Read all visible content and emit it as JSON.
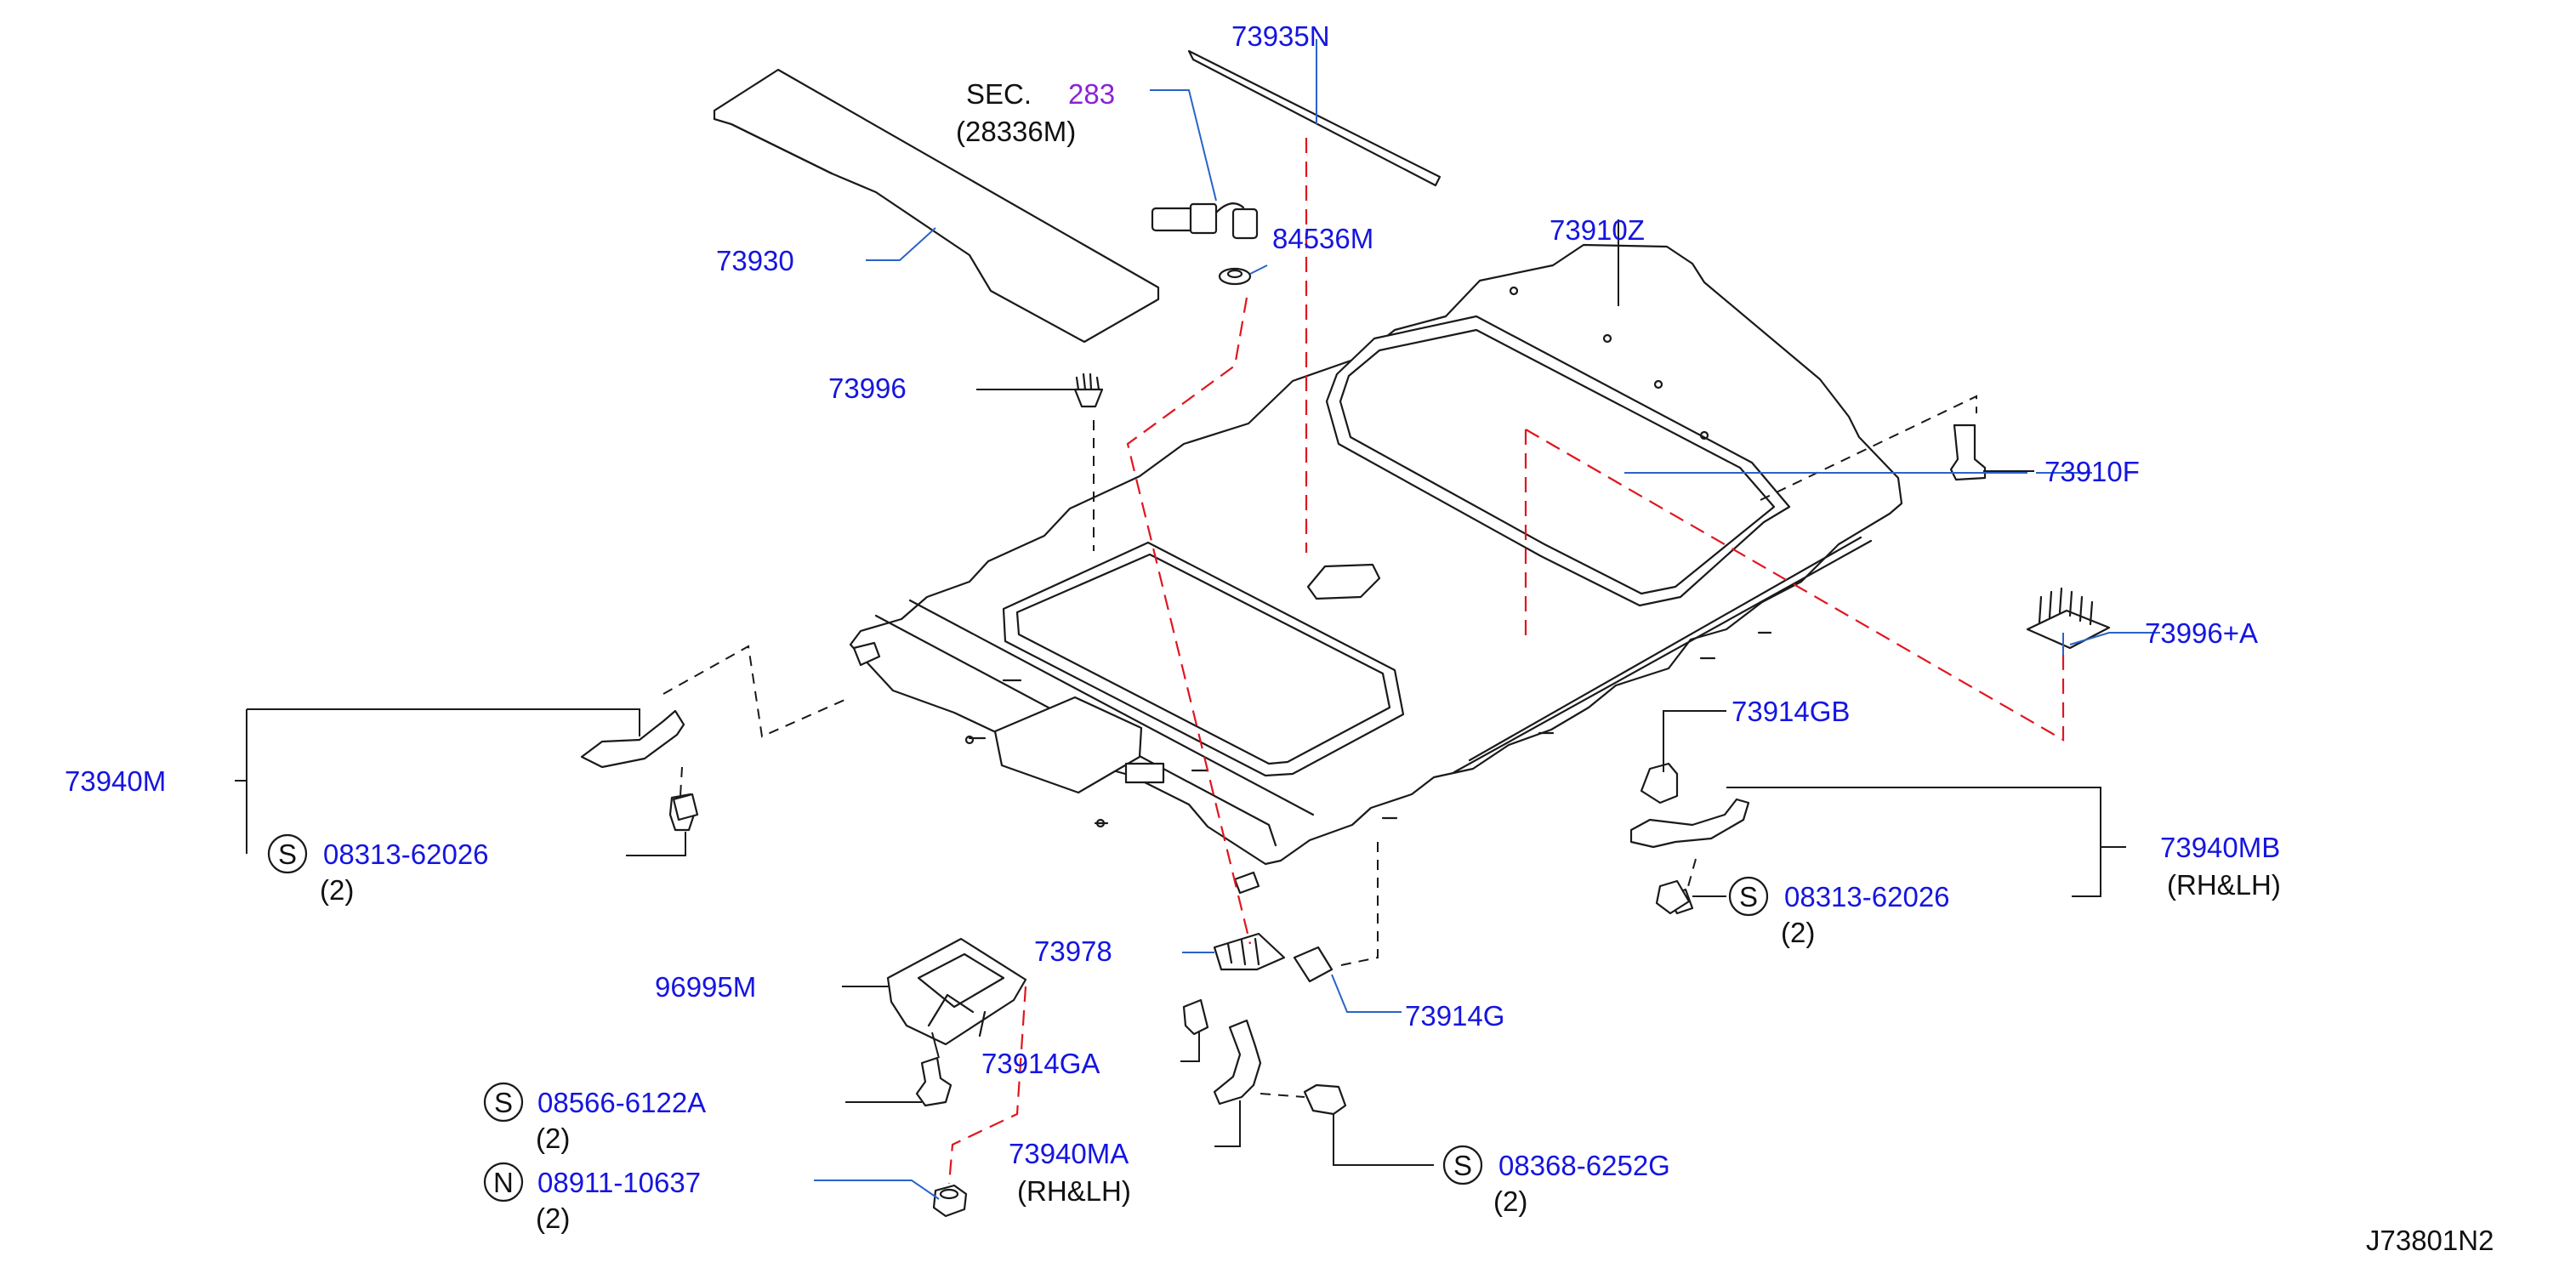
{
  "labels": {
    "sec": "SEC.",
    "sec_num": "283",
    "sec_sub": "(28336M)",
    "p73935N": "73935N",
    "p73930": "73930",
    "p84536M": "84536M",
    "p73910Z": "73910Z",
    "p73996": "73996",
    "p73910F": "73910F",
    "p73996A": "73996+A",
    "p73914GB": "73914GB",
    "p73940M": "73940M",
    "p73940MB": "73940MB",
    "p73940MB_note": "(RH&LH)",
    "p73978": "73978",
    "p96995M": "96995M",
    "p73914G": "73914G",
    "p73914GA": "73914GA",
    "p73940MA": "73940MA",
    "p73940MA_note": "(RH&LH)",
    "diagram_code": "J73801N2"
  },
  "fasteners": [
    {
      "symbol": "S",
      "part": "08313-62026",
      "qty": "(2)"
    },
    {
      "symbol": "S",
      "part": "08313-62026",
      "qty": "(2)"
    },
    {
      "symbol": "S",
      "part": "08566-6122A",
      "qty": "(2)"
    },
    {
      "symbol": "N",
      "part": "08911-10637",
      "qty": "(2)"
    },
    {
      "symbol": "S",
      "part": "08368-6252G",
      "qty": "(2)"
    }
  ],
  "colors": {
    "part_number": "#1515e0",
    "section_ref": "#8a22d6",
    "leader": "#2a63c9",
    "reference_dash": "#e0161e",
    "linework": "#1a1a1a"
  }
}
